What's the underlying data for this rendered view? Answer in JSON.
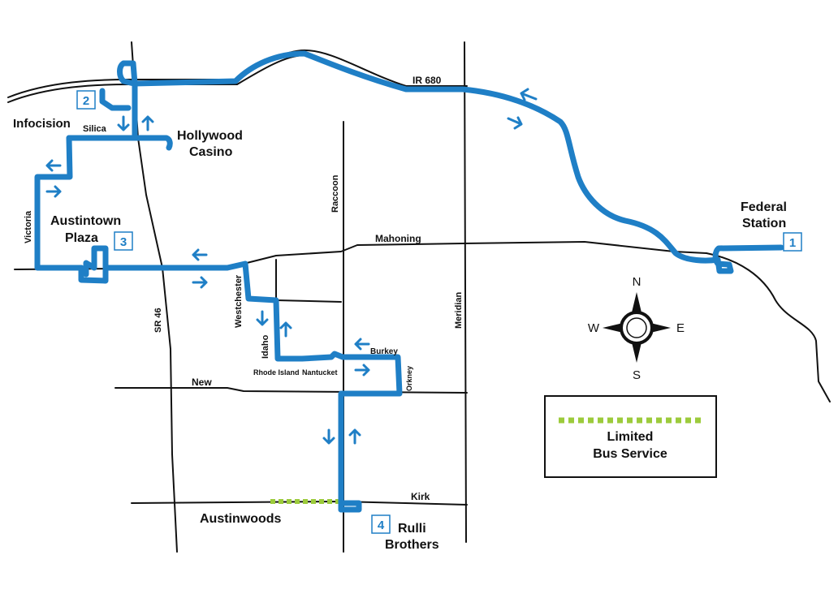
{
  "roads": {
    "ir680": "IR 680",
    "silica": "Silica",
    "victoria": "Victoria",
    "mahoning": "Mahoning",
    "raccoon": "Raccoon",
    "westchester": "Westchester",
    "idaho": "Idaho",
    "rhode_island": "Rhode Island",
    "nantucket": "Nantucket",
    "burkey": "Burkey",
    "orkney": "Orkney",
    "meridian": "Meridian",
    "sr46": "SR 46",
    "new": "New",
    "kirk": "Kirk"
  },
  "places": {
    "infocision": "Infocision",
    "hollywood_casino": [
      "Hollywood",
      "Casino"
    ],
    "austintown_plaza": [
      "Austintown",
      "Plaza"
    ],
    "federal_station": [
      "Federal",
      "Station"
    ],
    "austinwoods": "Austinwoods",
    "rulli_brothers": [
      "Rulli",
      "Brothers"
    ]
  },
  "stops": [
    "1",
    "2",
    "3",
    "4"
  ],
  "compass": {
    "n": "N",
    "s": "S",
    "e": "E",
    "w": "W"
  },
  "legend": {
    "line1": "Limited",
    "line2": "Bus Service"
  },
  "colors": {
    "route": "#1f7fc6",
    "limited": "#9ccb3b",
    "road": "#111111"
  }
}
